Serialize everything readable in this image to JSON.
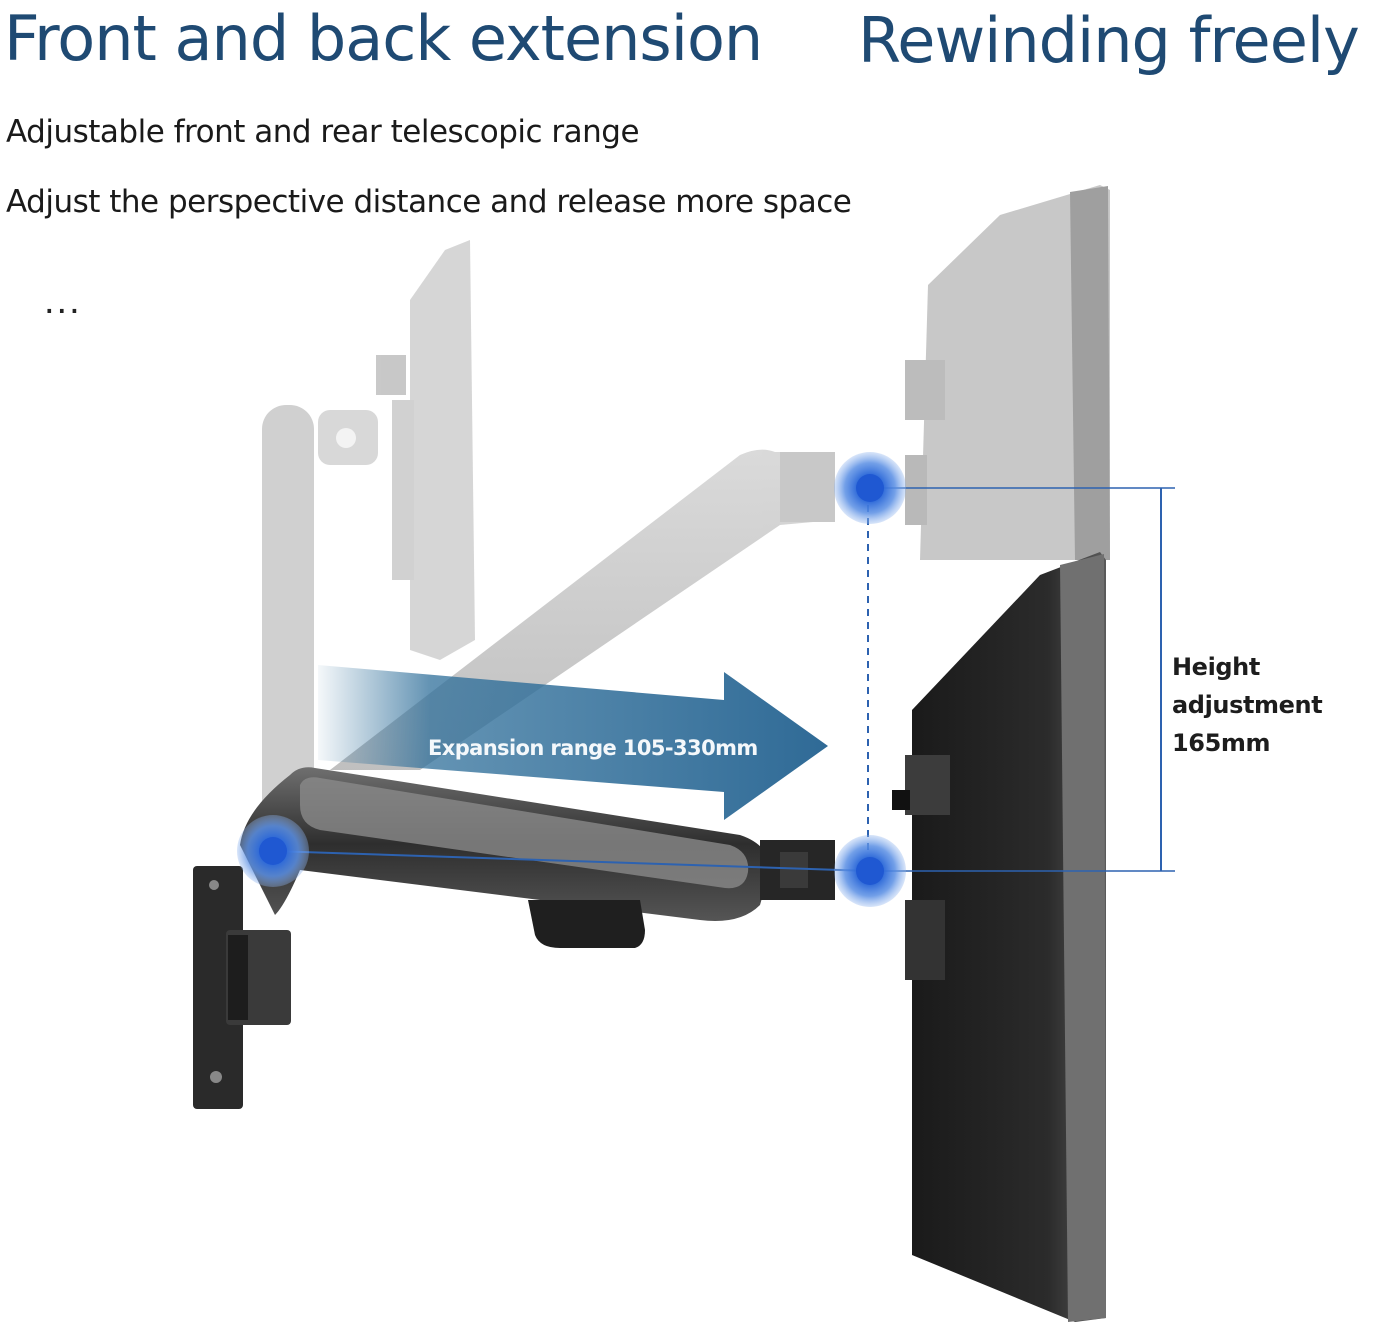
{
  "header": {
    "title_left": "Front and back extension",
    "title_right": "Rewinding freely"
  },
  "description": {
    "line1": "Adjustable front and rear telescopic range",
    "line2": "Adjust the perspective distance and release more space",
    "ellipsis": "..."
  },
  "diagram": {
    "expansion_label": "Expansion range 105-330mm",
    "height_label_line1": "Height",
    "height_label_line2": "adjustment",
    "height_label_line3": "165mm"
  },
  "colors": {
    "heading": "#1f4a73",
    "accent_blue": "#2a66c9",
    "arrow_blue": "#2f6f9a"
  }
}
